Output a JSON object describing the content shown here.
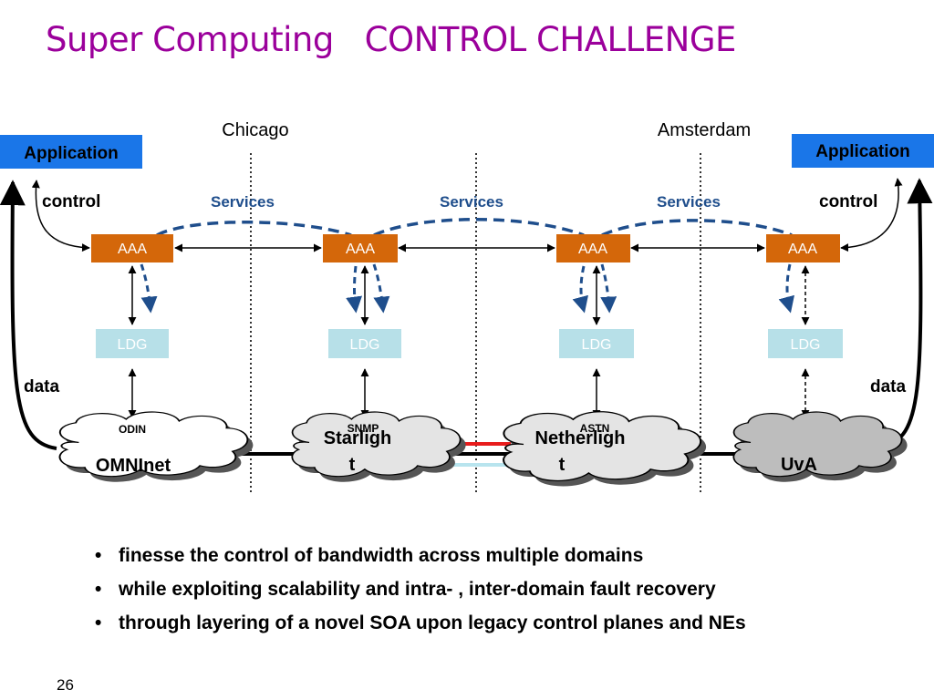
{
  "title": "Super Computing   CONTROL CHALLENGE",
  "cities": {
    "left": "Chicago",
    "right": "Amsterdam"
  },
  "applications": {
    "left": "Application",
    "right": "Application"
  },
  "labels": {
    "control_left": "control",
    "control_right": "control",
    "data_left": "data",
    "data_right": "data",
    "services": [
      "Services",
      "Services",
      "Services"
    ]
  },
  "domains": [
    {
      "aaa": "AAA",
      "ldg": "LDG",
      "plane": "ODIN",
      "cloud": "OMNInet"
    },
    {
      "aaa": "AAA",
      "ldg": "LDG",
      "plane": "SNMP",
      "cloud_line1": "Starligh",
      "cloud_line2": "t"
    },
    {
      "aaa": "AAA",
      "ldg": "LDG",
      "plane": "ASTN",
      "cloud_line1": "Netherligh",
      "cloud_line2": "t"
    },
    {
      "aaa": "AAA",
      "ldg": "LDG",
      "cloud": "UvA"
    }
  ],
  "colors": {
    "title": "#9b009b",
    "application_box": "#1a76e8",
    "aaa_box": "#d4670a",
    "ldg_box": "#b7e0e8",
    "services_text": "#1f4e8c",
    "dashed_arrow": "#1f4e8c",
    "link_red": "#e81c1c",
    "link_lightblue": "#b8e4ee"
  },
  "bullets": [
    "finesse the control of bandwidth across multiple domains",
    "while exploiting scalability and intra- , inter-domain fault recovery",
    "through layering of a novel SOA upon legacy control planes and NEs"
  ],
  "page_number": "26"
}
